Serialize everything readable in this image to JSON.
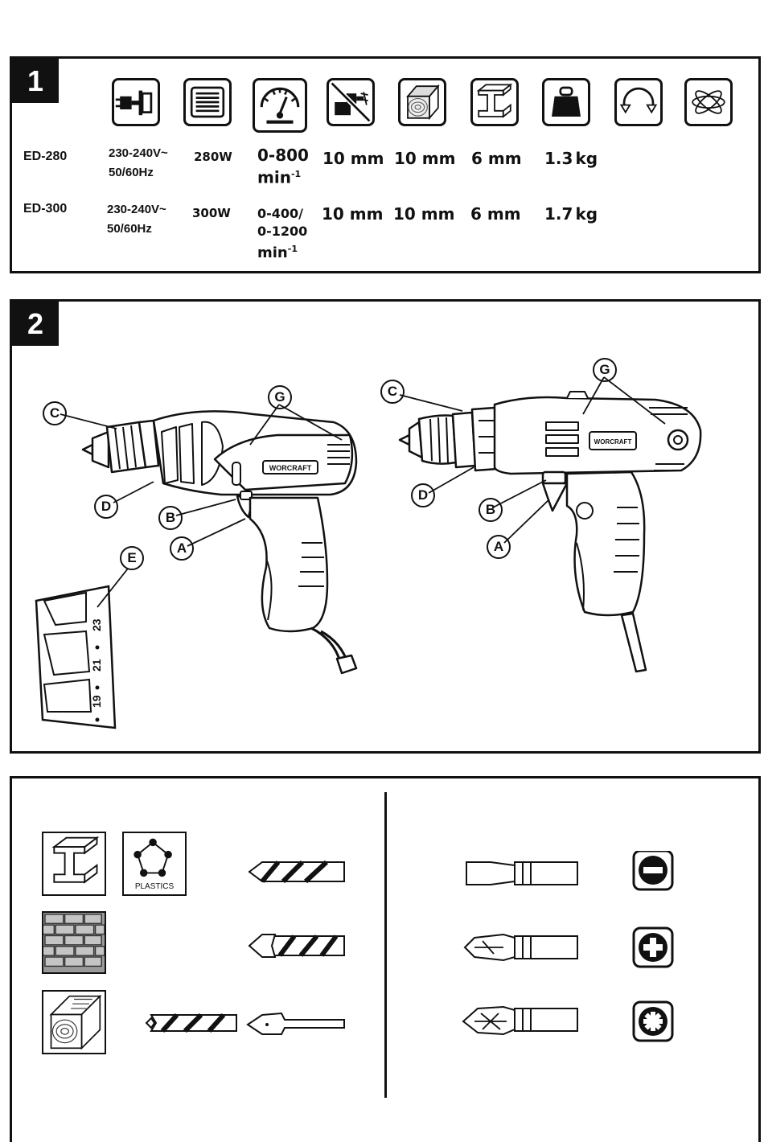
{
  "figure1": {
    "number": "1",
    "icons": [
      "power-plug-icon",
      "motor-icon",
      "speed-gauge-icon",
      "no-hammer-icon",
      "wood-icon",
      "steel-icon",
      "weight-icon",
      "rotation-direction-icon",
      "vibration-icon"
    ],
    "rows": [
      {
        "model": "ED-280",
        "volt": "230-240V~",
        "freq": "50/60Hz",
        "power": "280W",
        "speed_lines": [
          "0-800"
        ],
        "speed_unit": "min",
        "speed_exp": "-1",
        "chuck": "10 mm",
        "wood": "10 mm",
        "steel": "6 mm",
        "weight_value": "1.3",
        "weight_unit": "kg"
      },
      {
        "model": "ED-300",
        "volt": "230-240V~",
        "freq": "50/60Hz",
        "power": "300W",
        "speed_lines": [
          "0-400/",
          "0-1200"
        ],
        "speed_unit": "min",
        "speed_exp": "-1",
        "chuck": "10 mm",
        "wood": "10 mm",
        "steel": "6 mm",
        "weight_value": "1.7",
        "weight_unit": "kg"
      }
    ]
  },
  "figure2": {
    "number": "2",
    "left_callouts": [
      "C",
      "G",
      "D",
      "B",
      "A",
      "E"
    ],
    "right_callouts": [
      "C",
      "G",
      "D",
      "B",
      "A"
    ],
    "brand": "WORCRAFT",
    "scale_labels": [
      "19",
      "21",
      "23"
    ]
  },
  "figure3": {
    "plastics_label": "PLASTICS",
    "materials": [
      "steel",
      "plastics",
      "brick",
      "wood"
    ],
    "screw_types": [
      "slotted",
      "phillips",
      "pozidriv"
    ]
  }
}
